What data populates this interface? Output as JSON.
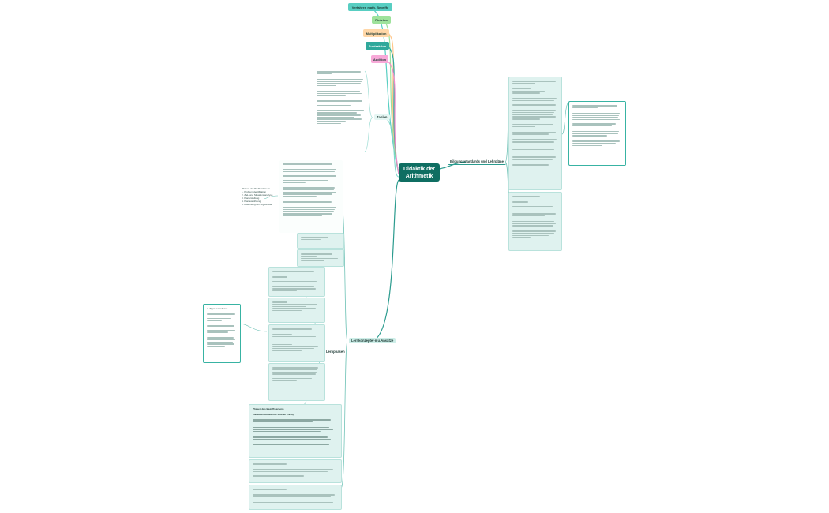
{
  "center": {
    "line1": "Didaktik der",
    "line2": "Arithmetik"
  },
  "top_nodes": [
    {
      "label": "Verfahren math. Begriffe",
      "color": "#58cec2"
    },
    {
      "label": "Division",
      "color": "#9ee29b"
    },
    {
      "label": "Multiplikation",
      "color": "#ffd7a8"
    },
    {
      "label": "Subtraktion",
      "color": "#2fa89b"
    },
    {
      "label": "Addition",
      "color": "#f7a9d8"
    }
  ],
  "branches": {
    "right": "Bildungsstandards und Lehrpläne",
    "zahlen": "Zahlen",
    "lernprozess": "Lernkonzepte/-n u.Ansätze",
    "lernphasen": "Lernphasen"
  },
  "left_notes": {
    "phasen_title": "Phasen der Problemlösens",
    "phasen_items": [
      "1. Problemidentifikation",
      "2. Ziel- und Situationsanalyse",
      "3. Planerstellung",
      "4. Planausführung",
      "5. Bewertung der Ergebnisse"
    ],
    "hints": "4. Tipps formulieren",
    "begriff_title": "Phasen des Begriffslernens",
    "begriff_model": "Vierstufenmodell von Vollrath (1978)"
  }
}
